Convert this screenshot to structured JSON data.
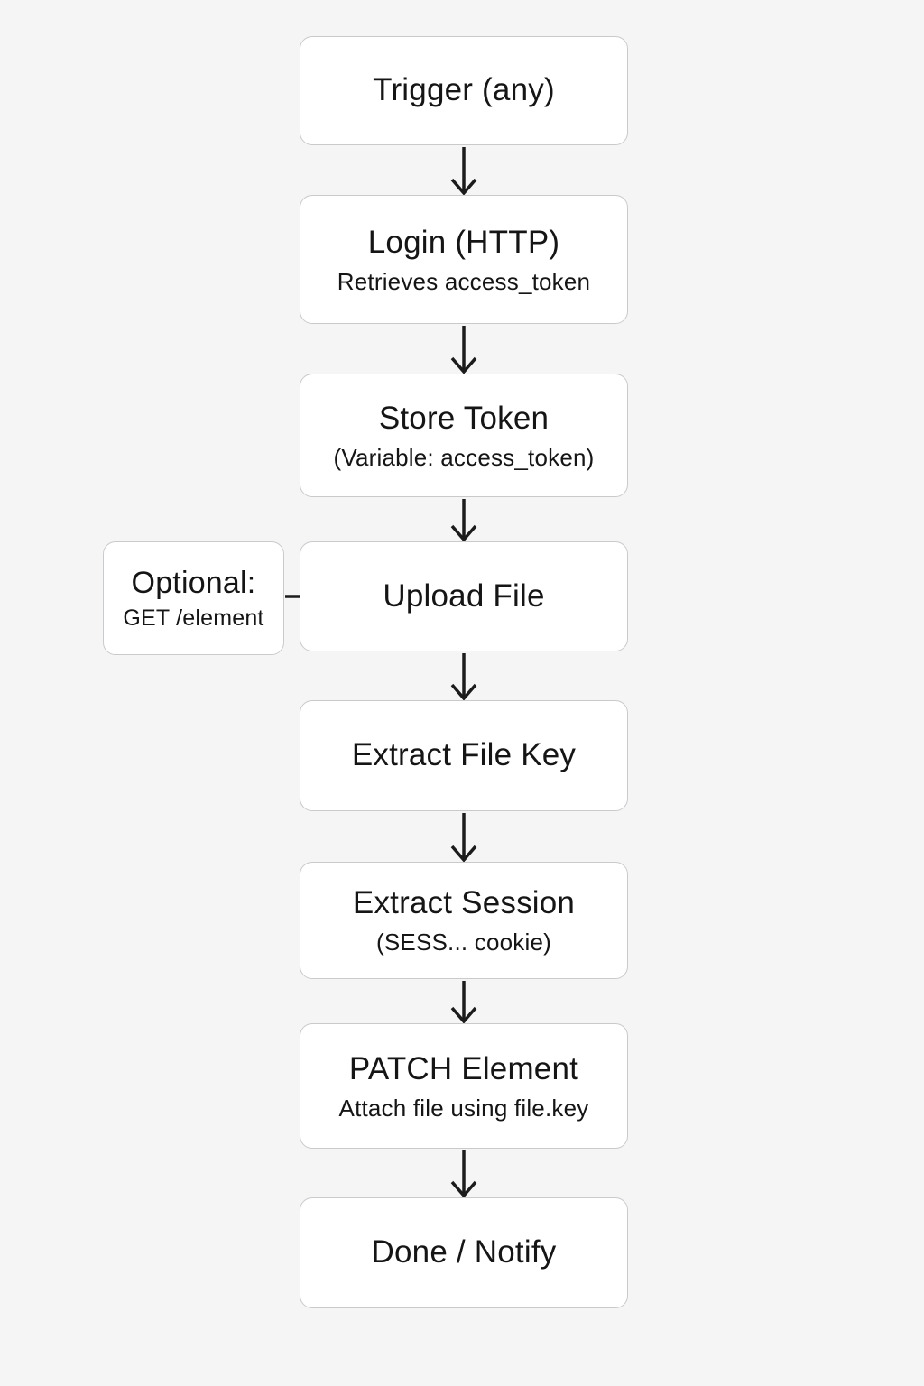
{
  "diagram": {
    "type": "flowchart",
    "direction": "top-down",
    "colors": {
      "bg": "#f5f5f6",
      "node-fill": "#ffffff",
      "node-border": "#c9cacc",
      "text": "#151515",
      "arrow": "#1c1c1c"
    },
    "nodes": [
      {
        "id": "trigger",
        "title": "Trigger (any)"
      },
      {
        "id": "login",
        "title": "Login (HTTP)",
        "subtitle": "Retrieves access_token"
      },
      {
        "id": "store-token",
        "title": "Store Token",
        "subtitle": "(Variable: access_token)"
      },
      {
        "id": "upload-file",
        "title": "Upload File"
      },
      {
        "id": "extract-file-key",
        "title": "Extract File Key"
      },
      {
        "id": "extract-session",
        "title": "Extract Session",
        "subtitle": "(SESS... cookie)"
      },
      {
        "id": "patch-element",
        "title": "PATCH Element",
        "subtitle": "Attach file using file.key"
      },
      {
        "id": "done",
        "title": "Done / Notify"
      }
    ],
    "side_node": {
      "id": "optional",
      "title": "Optional:",
      "subtitle": "GET /element",
      "connects_to": "upload-file"
    },
    "edges": [
      {
        "from": "trigger",
        "to": "login"
      },
      {
        "from": "login",
        "to": "store-token"
      },
      {
        "from": "store-token",
        "to": "upload-file"
      },
      {
        "from": "upload-file",
        "to": "extract-file-key"
      },
      {
        "from": "extract-file-key",
        "to": "extract-session"
      },
      {
        "from": "extract-session",
        "to": "patch-element"
      },
      {
        "from": "patch-element",
        "to": "done"
      },
      {
        "from": "optional",
        "to": "upload-file",
        "style": "short-horizontal"
      }
    ]
  }
}
